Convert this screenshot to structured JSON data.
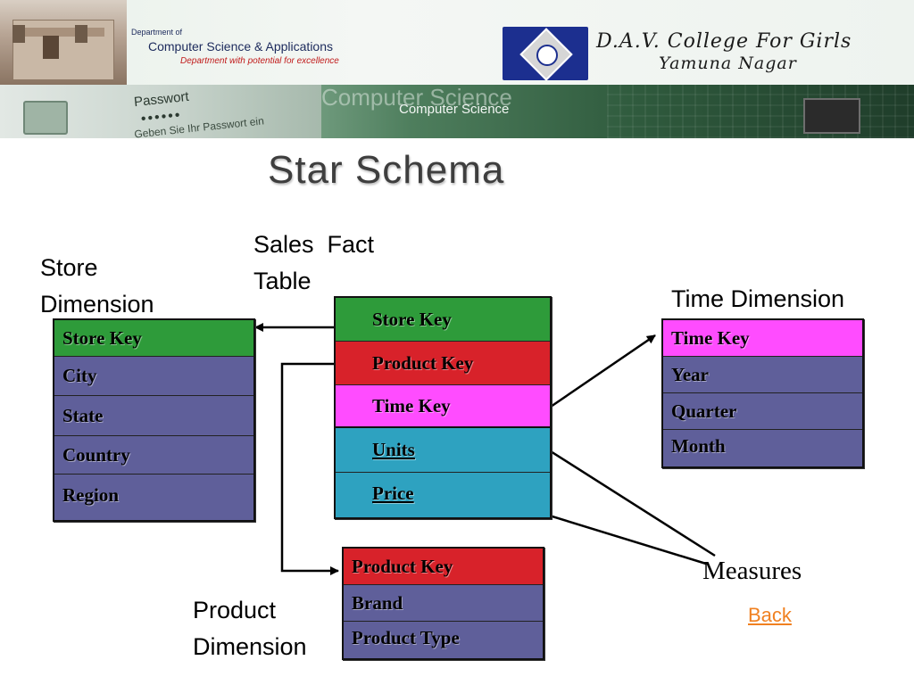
{
  "banner": {
    "dept_of": "Department of",
    "dept_name": "Computer Science & Applications",
    "dept_tagline": "Department with potential for excellence",
    "college_line1": "D.A.V. College For Girls",
    "college_line2": "Yamuna Nagar",
    "password_label": "Passwort",
    "password_dots": "••••••",
    "password_hint": "Geben Sie Ihr Passwort ein",
    "cs_ghost": "Computer Science",
    "cs_text": "Computer Science"
  },
  "slide": {
    "title": "Star Schema",
    "store_heading": "Store\nDimension",
    "sales_heading": "Sales  Fact\nTable",
    "time_heading": "Time Dimension",
    "product_heading": "Product\nDimension",
    "measures_label": "Measures",
    "back_label": "Back"
  },
  "store_dimension": {
    "rows": [
      "Store Key",
      "City",
      "State",
      "Country",
      "Region"
    ]
  },
  "sales_fact": {
    "rows": [
      "Store Key",
      "Product Key",
      "Time Key",
      "Units",
      "Price"
    ]
  },
  "time_dimension": {
    "rows": [
      "Time Key",
      "Year",
      "Quarter",
      "Month"
    ]
  },
  "product_dimension": {
    "rows": [
      "Product Key",
      "Brand",
      "Product Type"
    ]
  },
  "colors": {
    "key_store": "#2e9b3a",
    "key_product": "#d8222a",
    "key_time": "#ff4cff",
    "attribute": "#5f5f9a",
    "measure": "#2ea2c0",
    "link": "#f08020"
  }
}
